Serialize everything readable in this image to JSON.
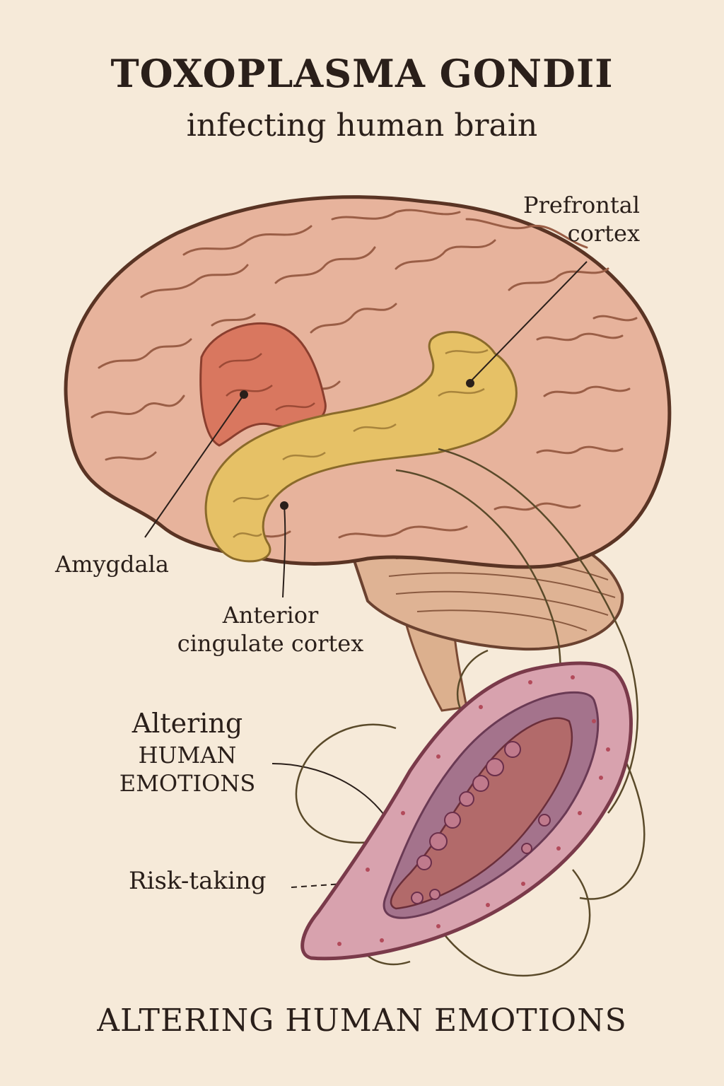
{
  "title": "TOXOPLASMA GONDII",
  "subtitle": "infecting human brain",
  "labels": {
    "prefrontal_line1": "Prefrontal",
    "prefrontal_line2": "cortex",
    "amygdala": "Amygdala",
    "acc_line1": "Anterior",
    "acc_line2": "cingulate cortex",
    "altering_line1": "Altering",
    "altering_line2": "HUMAN",
    "altering_line3": "EMOTIONS",
    "risk": "Risk-taking"
  },
  "footer": "ALTERING HUMAN EMOTIONS",
  "colors": {
    "background": "#f6ead9",
    "brain": "#e7b39c",
    "amygdala": "#d9775f",
    "cingulate": "#e6c166",
    "cerebellum": "#dfb394",
    "parasite": "#d8a2ae"
  }
}
